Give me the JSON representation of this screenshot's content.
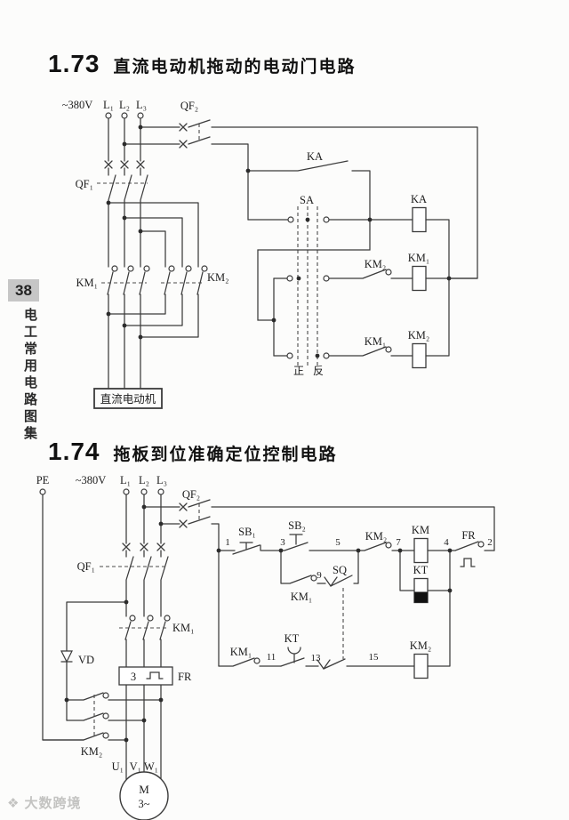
{
  "sidebar": {
    "page_number": "38",
    "book_title": "电工常用电路图集"
  },
  "watermark": {
    "logo": "❖",
    "text": "大数跨境"
  },
  "c1": {
    "num": "1.73",
    "title": "直流电动机拖动的电动门电路",
    "volt": "~380V",
    "l1": "L₁",
    "l2": "L₂",
    "l3": "L₃",
    "qf2": "QF₂",
    "qf1": "QF₁",
    "ka_contact": "KA",
    "sa": "SA",
    "km1_main": "KM₁",
    "km2_main": "KM₂",
    "km2_nc": "KM₂",
    "km1_nc": "KM₁",
    "ka_coil": "KA",
    "km1_coil": "KM₁",
    "km2_coil": "KM₂",
    "zheng": "正",
    "fan": "反",
    "motor": "直流电动机"
  },
  "c2": {
    "num": "1.74",
    "title": "拖板到位准确定位控制电路",
    "pe": "PE",
    "volt": "~380V",
    "l1": "L₁",
    "l2": "L₂",
    "l3": "L₃",
    "qf2": "QF₂",
    "qf1": "QF₁",
    "n1": "1",
    "n2": "2",
    "n3": "3",
    "n4": "4",
    "n5": "5",
    "n7": "7",
    "n9": "9",
    "n11": "11",
    "n13": "13",
    "n15": "15",
    "sb1": "SB₁",
    "sb2": "SB₂",
    "km2_nc": "KM₂",
    "km_coil": "KM",
    "fr_contact": "FR",
    "km1_no": "KM₁",
    "sq": "SQ",
    "kt_coil": "KT",
    "km1_main": "KM₁",
    "vd": "VD",
    "fr_num": "3",
    "fr_label": "FR",
    "km1_no2": "KM₁",
    "kt_contact": "KT",
    "km2_coil": "KM₂",
    "km2_main": "KM₂",
    "u1": "U₁",
    "v1": "V₁",
    "w1": "W₁",
    "motor_m": "M",
    "motor_ph": "3~"
  }
}
